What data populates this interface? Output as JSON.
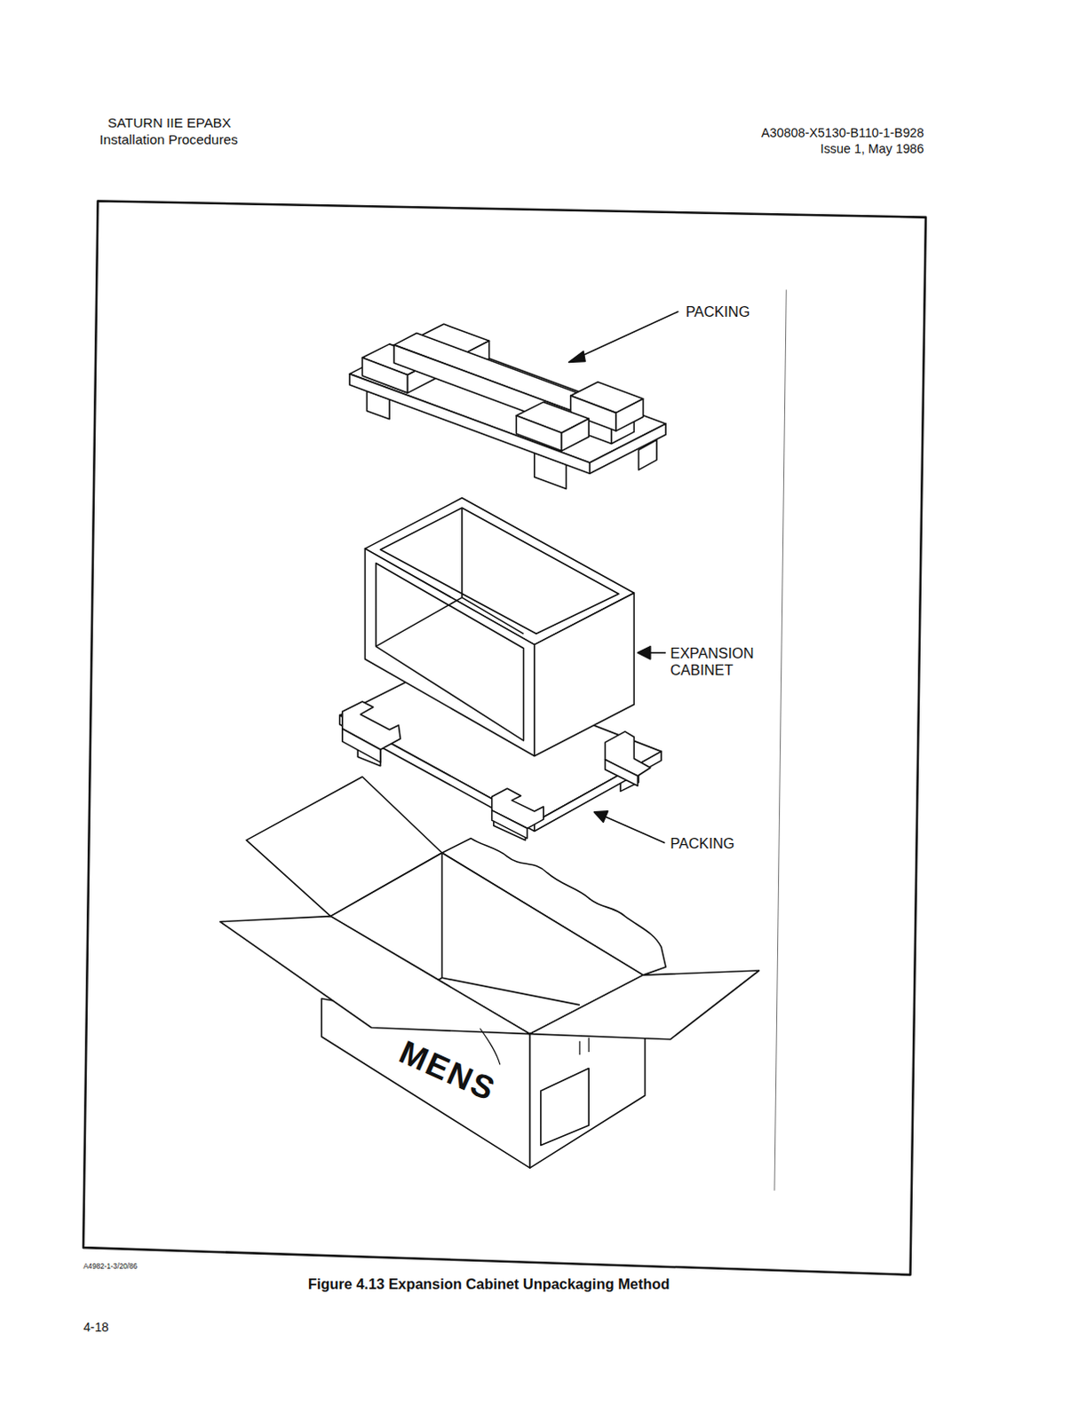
{
  "diagram": {
    "caption": "Figure 4.13 Expansion Cabinet Unpackaging Method",
    "labels": [
      "SATURN IIE EPABX",
      "Installation Procedures",
      "A30808-X5130-B110-1-B928",
      "Issue 1, May 1986",
      "PACKING",
      "EXPANSION CABINET",
      "PACKING",
      "MENS",
      "A4982-1-3/20/86",
      "4-18"
    ]
  }
}
